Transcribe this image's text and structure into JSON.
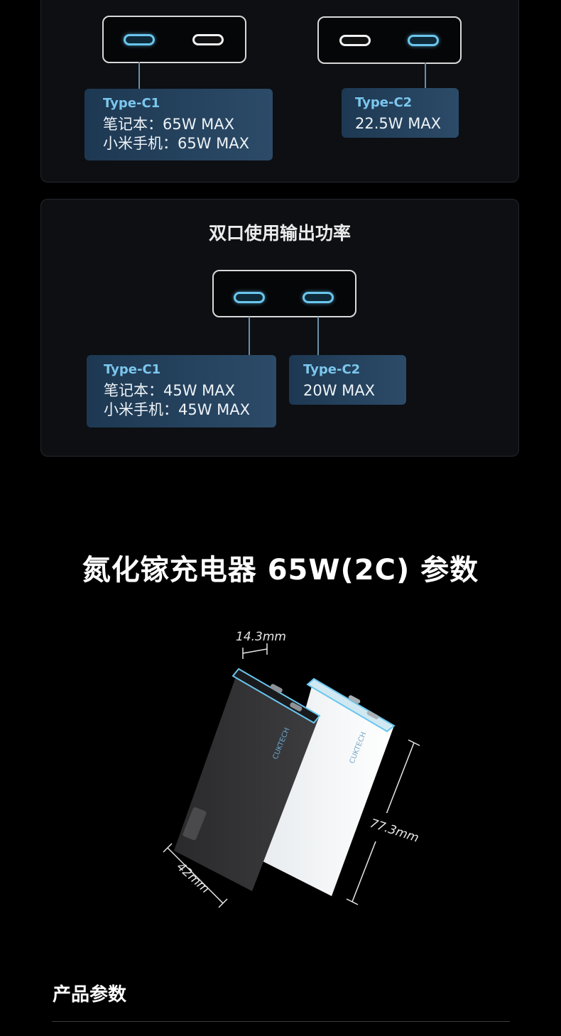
{
  "single_port": {
    "c1": {
      "name": "Type-C1",
      "lines": [
        "笔记本：65W MAX",
        "小米手机：65W MAX"
      ]
    },
    "c2": {
      "name": "Type-C2",
      "lines": [
        "22.5W MAX"
      ]
    }
  },
  "dual_port": {
    "title": "双口使用输出功率",
    "c1": {
      "name": "Type-C1",
      "lines": [
        "笔记本：45W MAX",
        "小米手机：45W MAX"
      ]
    },
    "c2": {
      "name": "Type-C2",
      "lines": [
        "20W MAX"
      ]
    }
  },
  "params_title": "氮化镓充电器 65W(2C) 参数",
  "product_image": {
    "brand_text": "CUKTECH",
    "dimensions": {
      "thickness": "14.3mm",
      "width": "42mm",
      "height": "77.3mm"
    }
  },
  "section_heading": "产品参数",
  "colors": {
    "accent_blue": "#6ac6ee",
    "label_bg": "#2c4b68",
    "card_bg": "#0d0f13"
  }
}
